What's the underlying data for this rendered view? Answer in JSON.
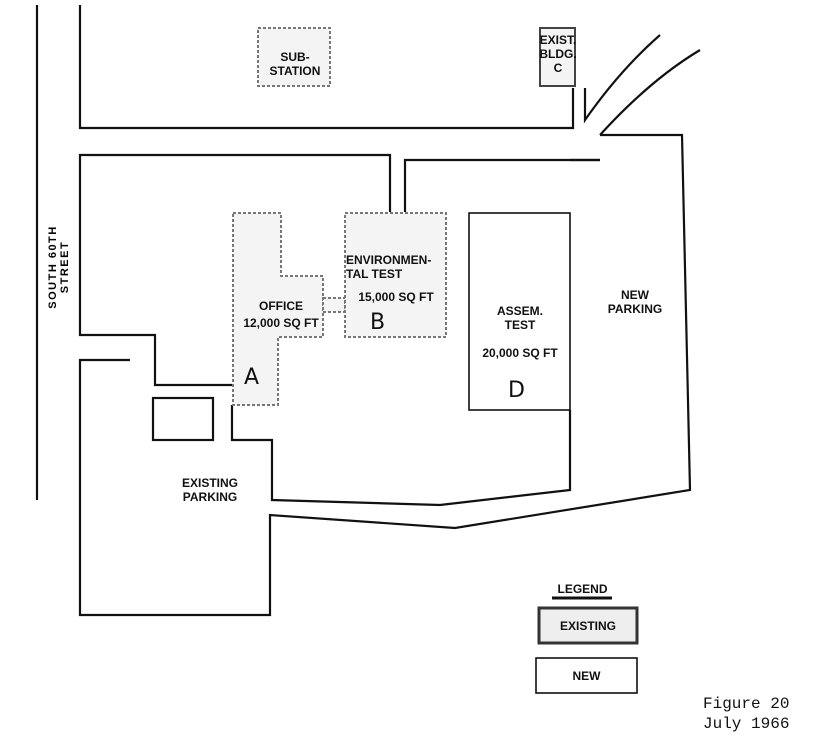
{
  "street": "SOUTH 60TH STREET",
  "buildings": {
    "substation": "SUB-\nSTATION",
    "exist_bldg_c": "EXIST.\nBLDG.\nC",
    "office": {
      "name": "OFFICE",
      "area": "12,000 SQ FT",
      "mark": "A"
    },
    "environmental_test": {
      "name": "ENVIRONMEN-\nTAL TEST",
      "area": "15,000 SQ FT",
      "mark": "B"
    },
    "assem_test": {
      "name": "ASSEM.\nTEST",
      "area": "20,000 SQ FT",
      "mark": "D"
    }
  },
  "parking": {
    "new": "NEW\nPARKING",
    "existing": "EXISTING\nPARKING"
  },
  "legend": {
    "title": "LEGEND",
    "existing": "EXISTING",
    "new": "NEW"
  },
  "caption": {
    "figure": "Figure 20",
    "date": "July 1966"
  }
}
